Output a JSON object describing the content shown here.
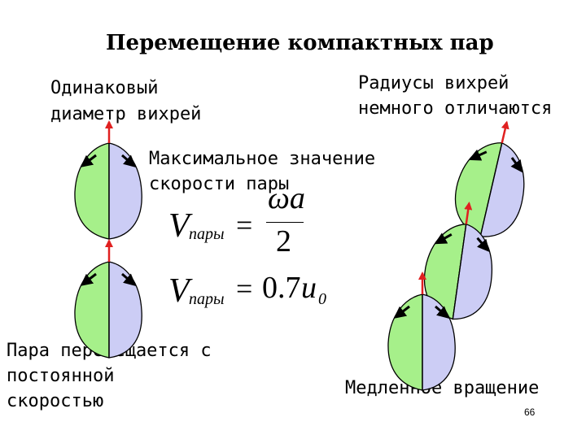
{
  "slide": {
    "title": "Перемещение компактных пар",
    "left_heading": "Одинаковый\nдиаметр вихрей",
    "right_heading": "Радиусы вихрей\nнемного отличаются",
    "mid_heading": "Максимальное значение\nскорости пары",
    "bottom_left": "Пара перемещается с\nпостоянной\nскоростью",
    "bottom_right": "Медленное вращение",
    "page_number": "66"
  },
  "formulas": {
    "f1": {
      "v": "V",
      "sub": "пары",
      "eq": "=",
      "num": "ωa",
      "den": "2"
    },
    "f2": {
      "v": "V",
      "sub": "пары",
      "eq": "=",
      "coef": "0.7",
      "var": "u",
      "var_sub": "0"
    }
  },
  "colors": {
    "green_vortex": "#a6f08a",
    "blue_vortex": "#cccdf5",
    "arrow_red": "#e02020",
    "outline": "#000000"
  },
  "icons": [
    "vortex-pair-icon",
    "red-arrow-icon",
    "black-arrow-icon"
  ]
}
